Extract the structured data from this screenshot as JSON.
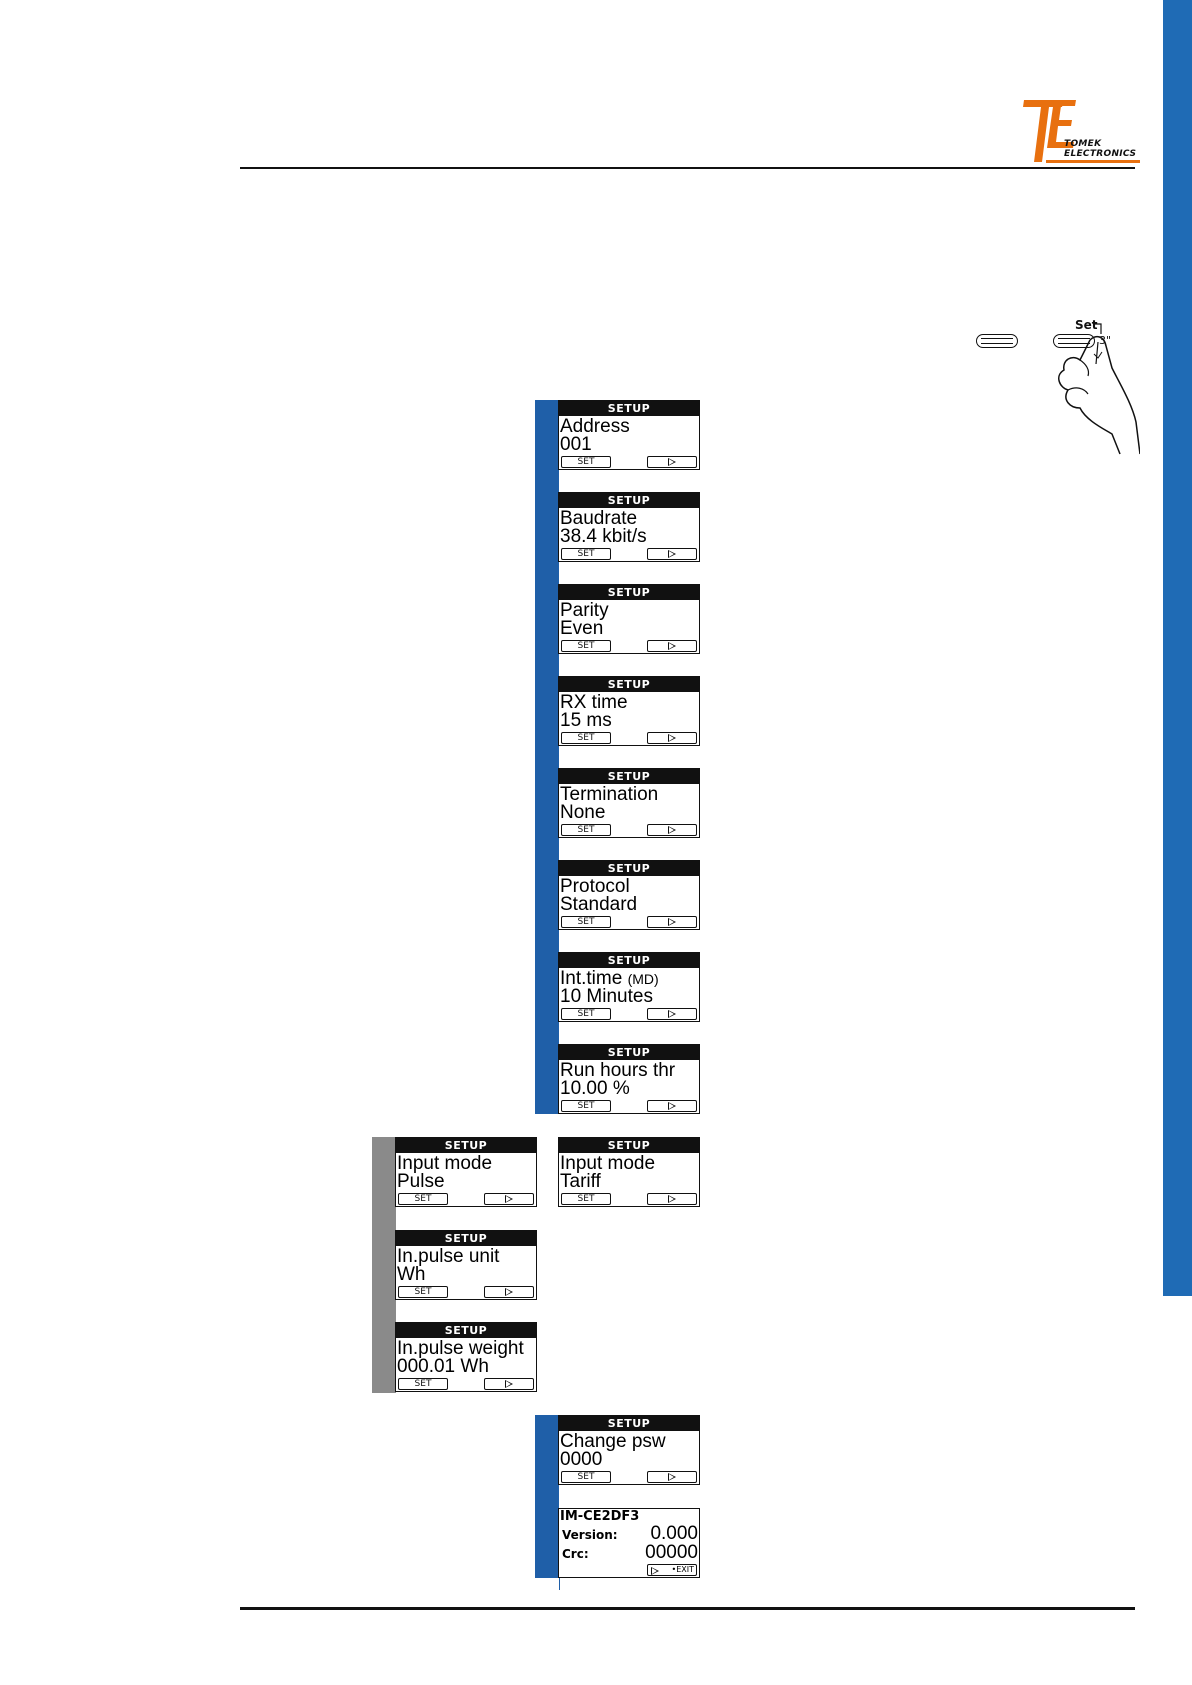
{
  "brand": {
    "name_line1": "TOMEK",
    "name_line2": "ELECTRONICS",
    "color": "#e8700f"
  },
  "colors": {
    "side_tab": "#1f6bb5",
    "flow_bar": "#1f5fa8",
    "alt_bar": "#8a8a8a"
  },
  "controls": {
    "set_label": "Set",
    "hold_time": "3\""
  },
  "screens": [
    {
      "header": "SETUP",
      "line1": "Address",
      "line2": "001",
      "btn_set": "SET"
    },
    {
      "header": "SETUP",
      "line1": "Baudrate",
      "line2": "38.4   kbit/s",
      "btn_set": "SET"
    },
    {
      "header": "SETUP",
      "line1": "Parity",
      "line2": "Even",
      "btn_set": "SET"
    },
    {
      "header": "SETUP",
      "line1": "RX time",
      "line2": "15   ms",
      "btn_set": "SET"
    },
    {
      "header": "SETUP",
      "line1": "Termination",
      "line2": "None",
      "btn_set": "SET"
    },
    {
      "header": "SETUP",
      "line1": "Protocol",
      "line2": "Standard",
      "btn_set": "SET"
    },
    {
      "header": "SETUP",
      "line1": "Int.time",
      "line1_suffix": "(MD)",
      "line2": "10   Minutes",
      "btn_set": "SET"
    },
    {
      "header": "SETUP",
      "line1": "Run hours thr",
      "line2": "10.00    %",
      "btn_set": "SET"
    },
    {
      "header": "SETUP",
      "line1": "Input mode",
      "line2": "Pulse",
      "btn_set": "SET"
    },
    {
      "header": "SETUP",
      "line1": "Input mode",
      "line2": "Tariff",
      "btn_set": "SET"
    },
    {
      "header": "SETUP",
      "line1": "In.pulse unit",
      "line2": "Wh",
      "btn_set": "SET"
    },
    {
      "header": "SETUP",
      "line1": "In.pulse weight",
      "line2": "000.01   Wh",
      "btn_set": "SET"
    },
    {
      "header": "SETUP",
      "line1": "Change psw",
      "line2": "0000",
      "btn_set": "SET"
    }
  ],
  "info_screen": {
    "title": "IM-CE2DF3",
    "version_label": "Version:",
    "version_value": "0.000",
    "crc_label": "Crc:",
    "crc_value": "00000",
    "exit_label": "•EXIT"
  }
}
